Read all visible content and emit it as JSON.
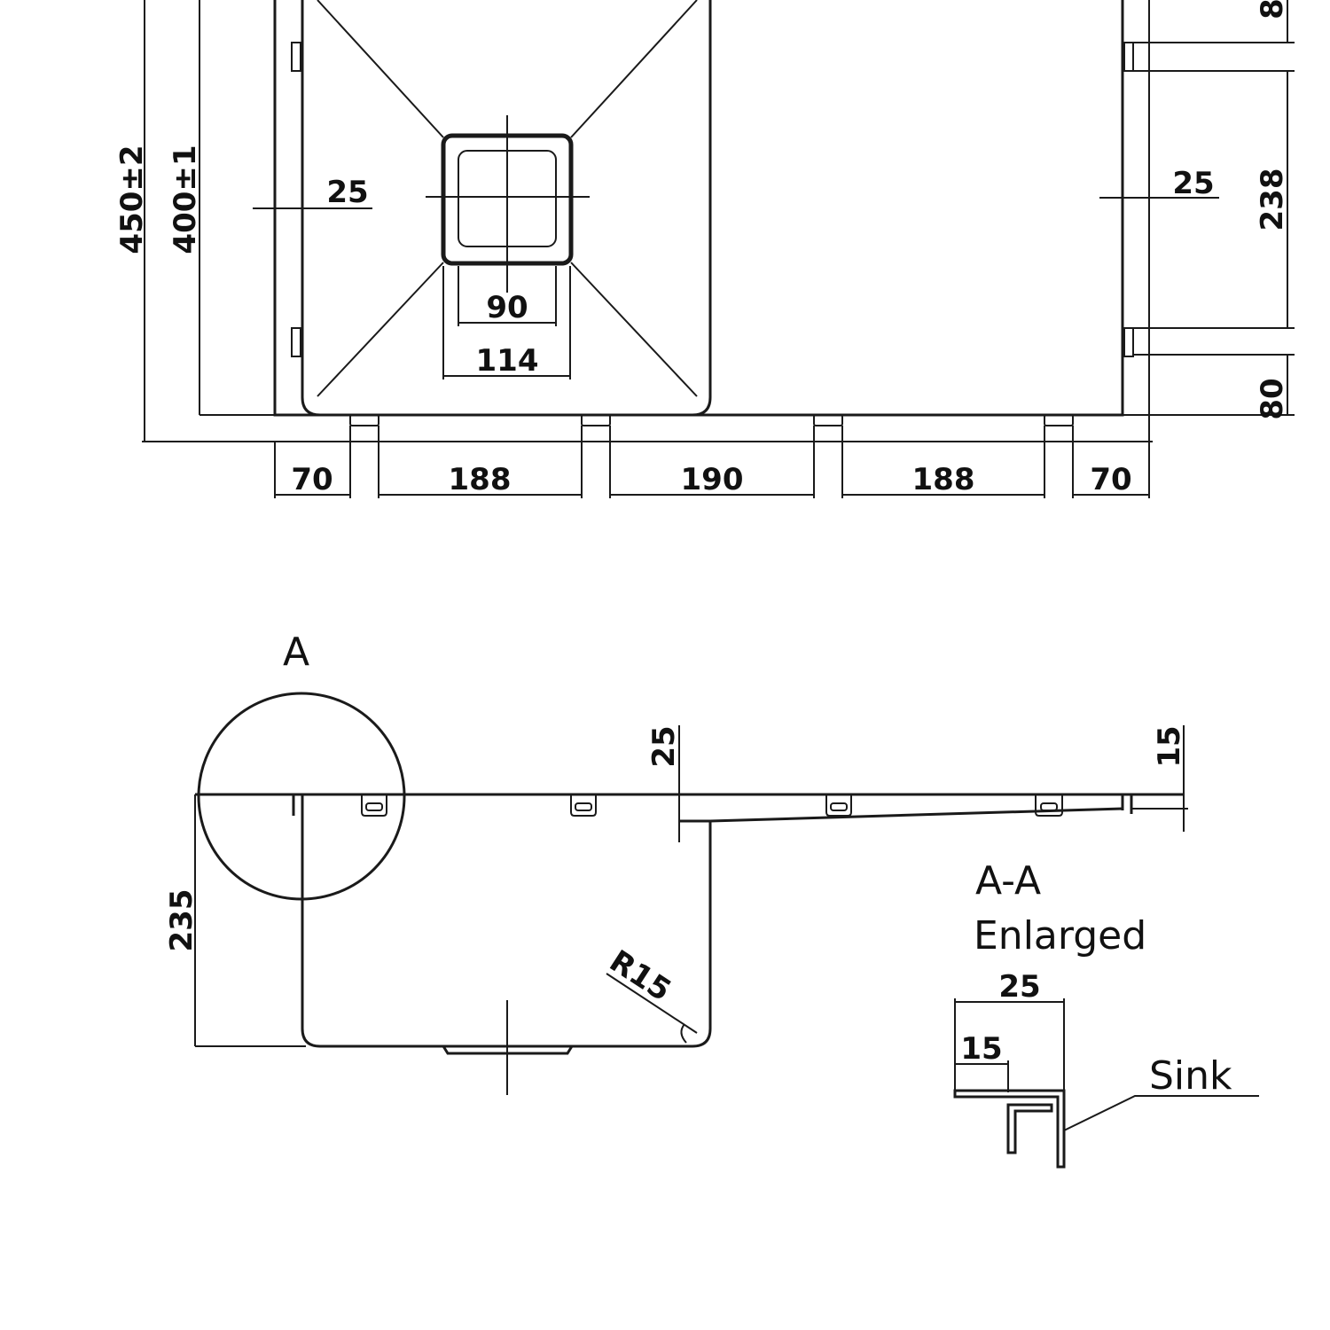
{
  "plan_view": {
    "overall_depth": "450±2",
    "bowl_depth": "400±1",
    "left_offset": "25",
    "right_offset": "25",
    "drain_inner": "90",
    "drain_outer": "114",
    "clip_spacing_top": "8",
    "clip_spacing_mid": "238",
    "clip_spacing_bottom": "80",
    "bottom_dims": [
      "70",
      "188",
      "190",
      "188",
      "70"
    ]
  },
  "section_view": {
    "detail_marker": "A",
    "bowl_height": "235",
    "flange_drop_left": "25",
    "flange_drop_right": "15",
    "corner_radius": "R15"
  },
  "enlarged_detail": {
    "title_line1": "A-A",
    "title_line2": "Enlarged",
    "width_outer": "25",
    "width_inner": "15",
    "callout": "Sink"
  }
}
